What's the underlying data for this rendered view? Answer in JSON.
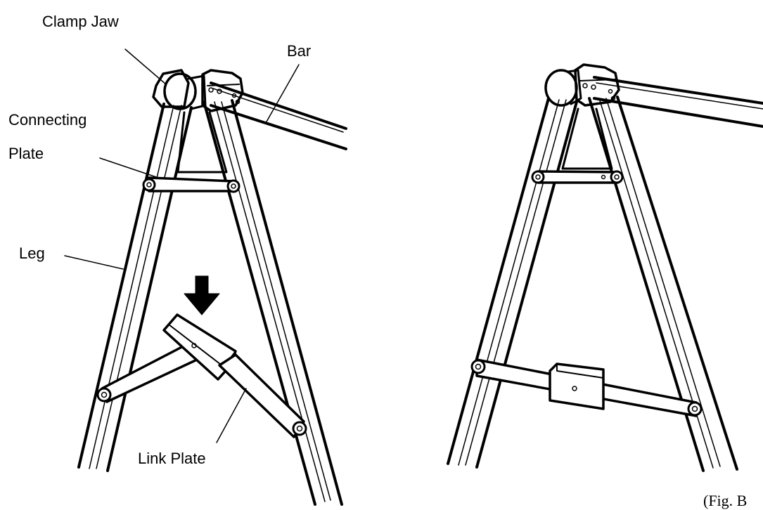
{
  "labels": {
    "clamp_jaw": "Clamp Jaw",
    "bar": "Bar",
    "connecting_plate_line1": "Connecting",
    "connecting_plate_line2": "Plate",
    "leg": "Leg",
    "link_plate": "Link Plate"
  },
  "caption": "(Fig. B",
  "colors": {
    "ink": "#000000",
    "paper": "#ffffff"
  },
  "icons": {
    "direction_arrow": "down-arrow-icon"
  }
}
